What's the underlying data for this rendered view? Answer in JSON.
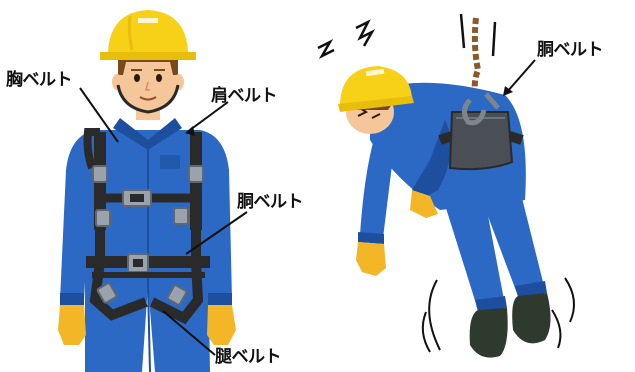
{
  "labels": {
    "chest_belt": "胸ベルト",
    "shoulder_belt": "肩ベルト",
    "waist_belt_harness": "胴ベルト",
    "thigh_belt": "腿ベルト",
    "waist_belt_fall": "胴ベルト"
  },
  "colors": {
    "helmet": "#f7d117",
    "suit": "#2b69c4",
    "suit_shadow": "#1d4f9e",
    "belt": "#2a2a2a",
    "buckle": "#9aa3ad",
    "glove": "#f3b626",
    "skin": "#f4c69a",
    "hair": "#7a4a1c"
  }
}
